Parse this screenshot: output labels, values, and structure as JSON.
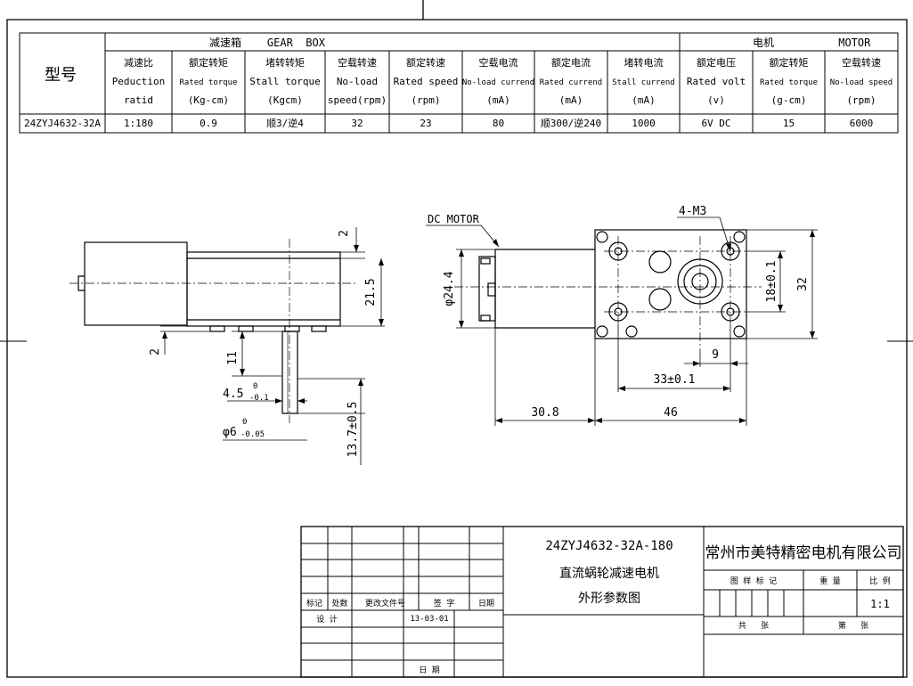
{
  "spec_table": {
    "model_header": "型号",
    "gearbox_header": "减速箱    GEAR  BOX",
    "motor_header": "电机          MOTOR",
    "columns": [
      {
        "cn": "减速比",
        "en1": "Peduction",
        "en2": "ratid"
      },
      {
        "cn": "额定转矩",
        "en1": "Rated torque",
        "en2": "(Kg-cm)"
      },
      {
        "cn": "堵转转矩",
        "en1": "Stall torque",
        "en2": "(Kgcm)"
      },
      {
        "cn": "空载转速",
        "en1": "No-load",
        "en2": "speed(rpm)"
      },
      {
        "cn": "额定转速",
        "en1": "Rated speed",
        "en2": "(rpm)"
      },
      {
        "cn": "空载电流",
        "en1": "No-load currend",
        "en2": "(mA)"
      },
      {
        "cn": "额定电流",
        "en1": "Rated currend",
        "en2": "(mA)"
      },
      {
        "cn": "堵转电流",
        "en1": "Stall currend",
        "en2": "(mA)"
      },
      {
        "cn": "额定电压",
        "en1": "Rated volt",
        "en2": "(v)"
      },
      {
        "cn": "额定转矩",
        "en1": "Rated torque",
        "en2": "(g-cm)"
      },
      {
        "cn": "空载转速",
        "en1": "No-load speed",
        "en2": "(rpm)"
      }
    ],
    "row": {
      "model": "24ZYJ4632-32A",
      "values": [
        "1:180",
        "0.9",
        "顺3/逆4",
        "32",
        "23",
        "80",
        "顺300/逆240",
        "1000",
        "6V DC",
        "15",
        "6000"
      ]
    }
  },
  "side_view": {
    "dim_top_2": "2",
    "dim_21_5": "21.5",
    "dim_bottom_2": "2",
    "dim_11": "11",
    "dim_4_5": "4.5",
    "dim_4_5_tol_up": "0",
    "dim_4_5_tol_low": "-0.1",
    "dim_phi6": "φ6",
    "dim_phi6_tol_up": "0",
    "dim_phi6_tol_low": "-0.05",
    "dim_13_7": "13.7±0.5"
  },
  "front_view": {
    "motor_label": "DC MOTOR",
    "holes_label": "4-M3",
    "dim_phi24_4": "φ24.4",
    "dim_18": "18±0.1",
    "dim_32": "32",
    "dim_9": "9",
    "dim_33": "33±0.1",
    "dim_30_8": "30.8",
    "dim_46": "46"
  },
  "title_block": {
    "drawing_no": "24ZYJ4632-32A-180",
    "name_line1": "直流蜗轮减速电机",
    "name_line2": "外形参数图",
    "company": "常州市美特精密电机有限公司",
    "rev_headers": [
      "标记",
      "处数",
      "更改文件号",
      "签 字",
      "日期"
    ],
    "design_label": "设 计",
    "design_date": "13-03-01",
    "date_label": "日 期",
    "mark_label": "图 样 标 记",
    "weight_label": "重 量",
    "scale_label": "比 例",
    "scale_value": "1:1",
    "total_label": "共   张",
    "sheet_label": "第   张"
  }
}
